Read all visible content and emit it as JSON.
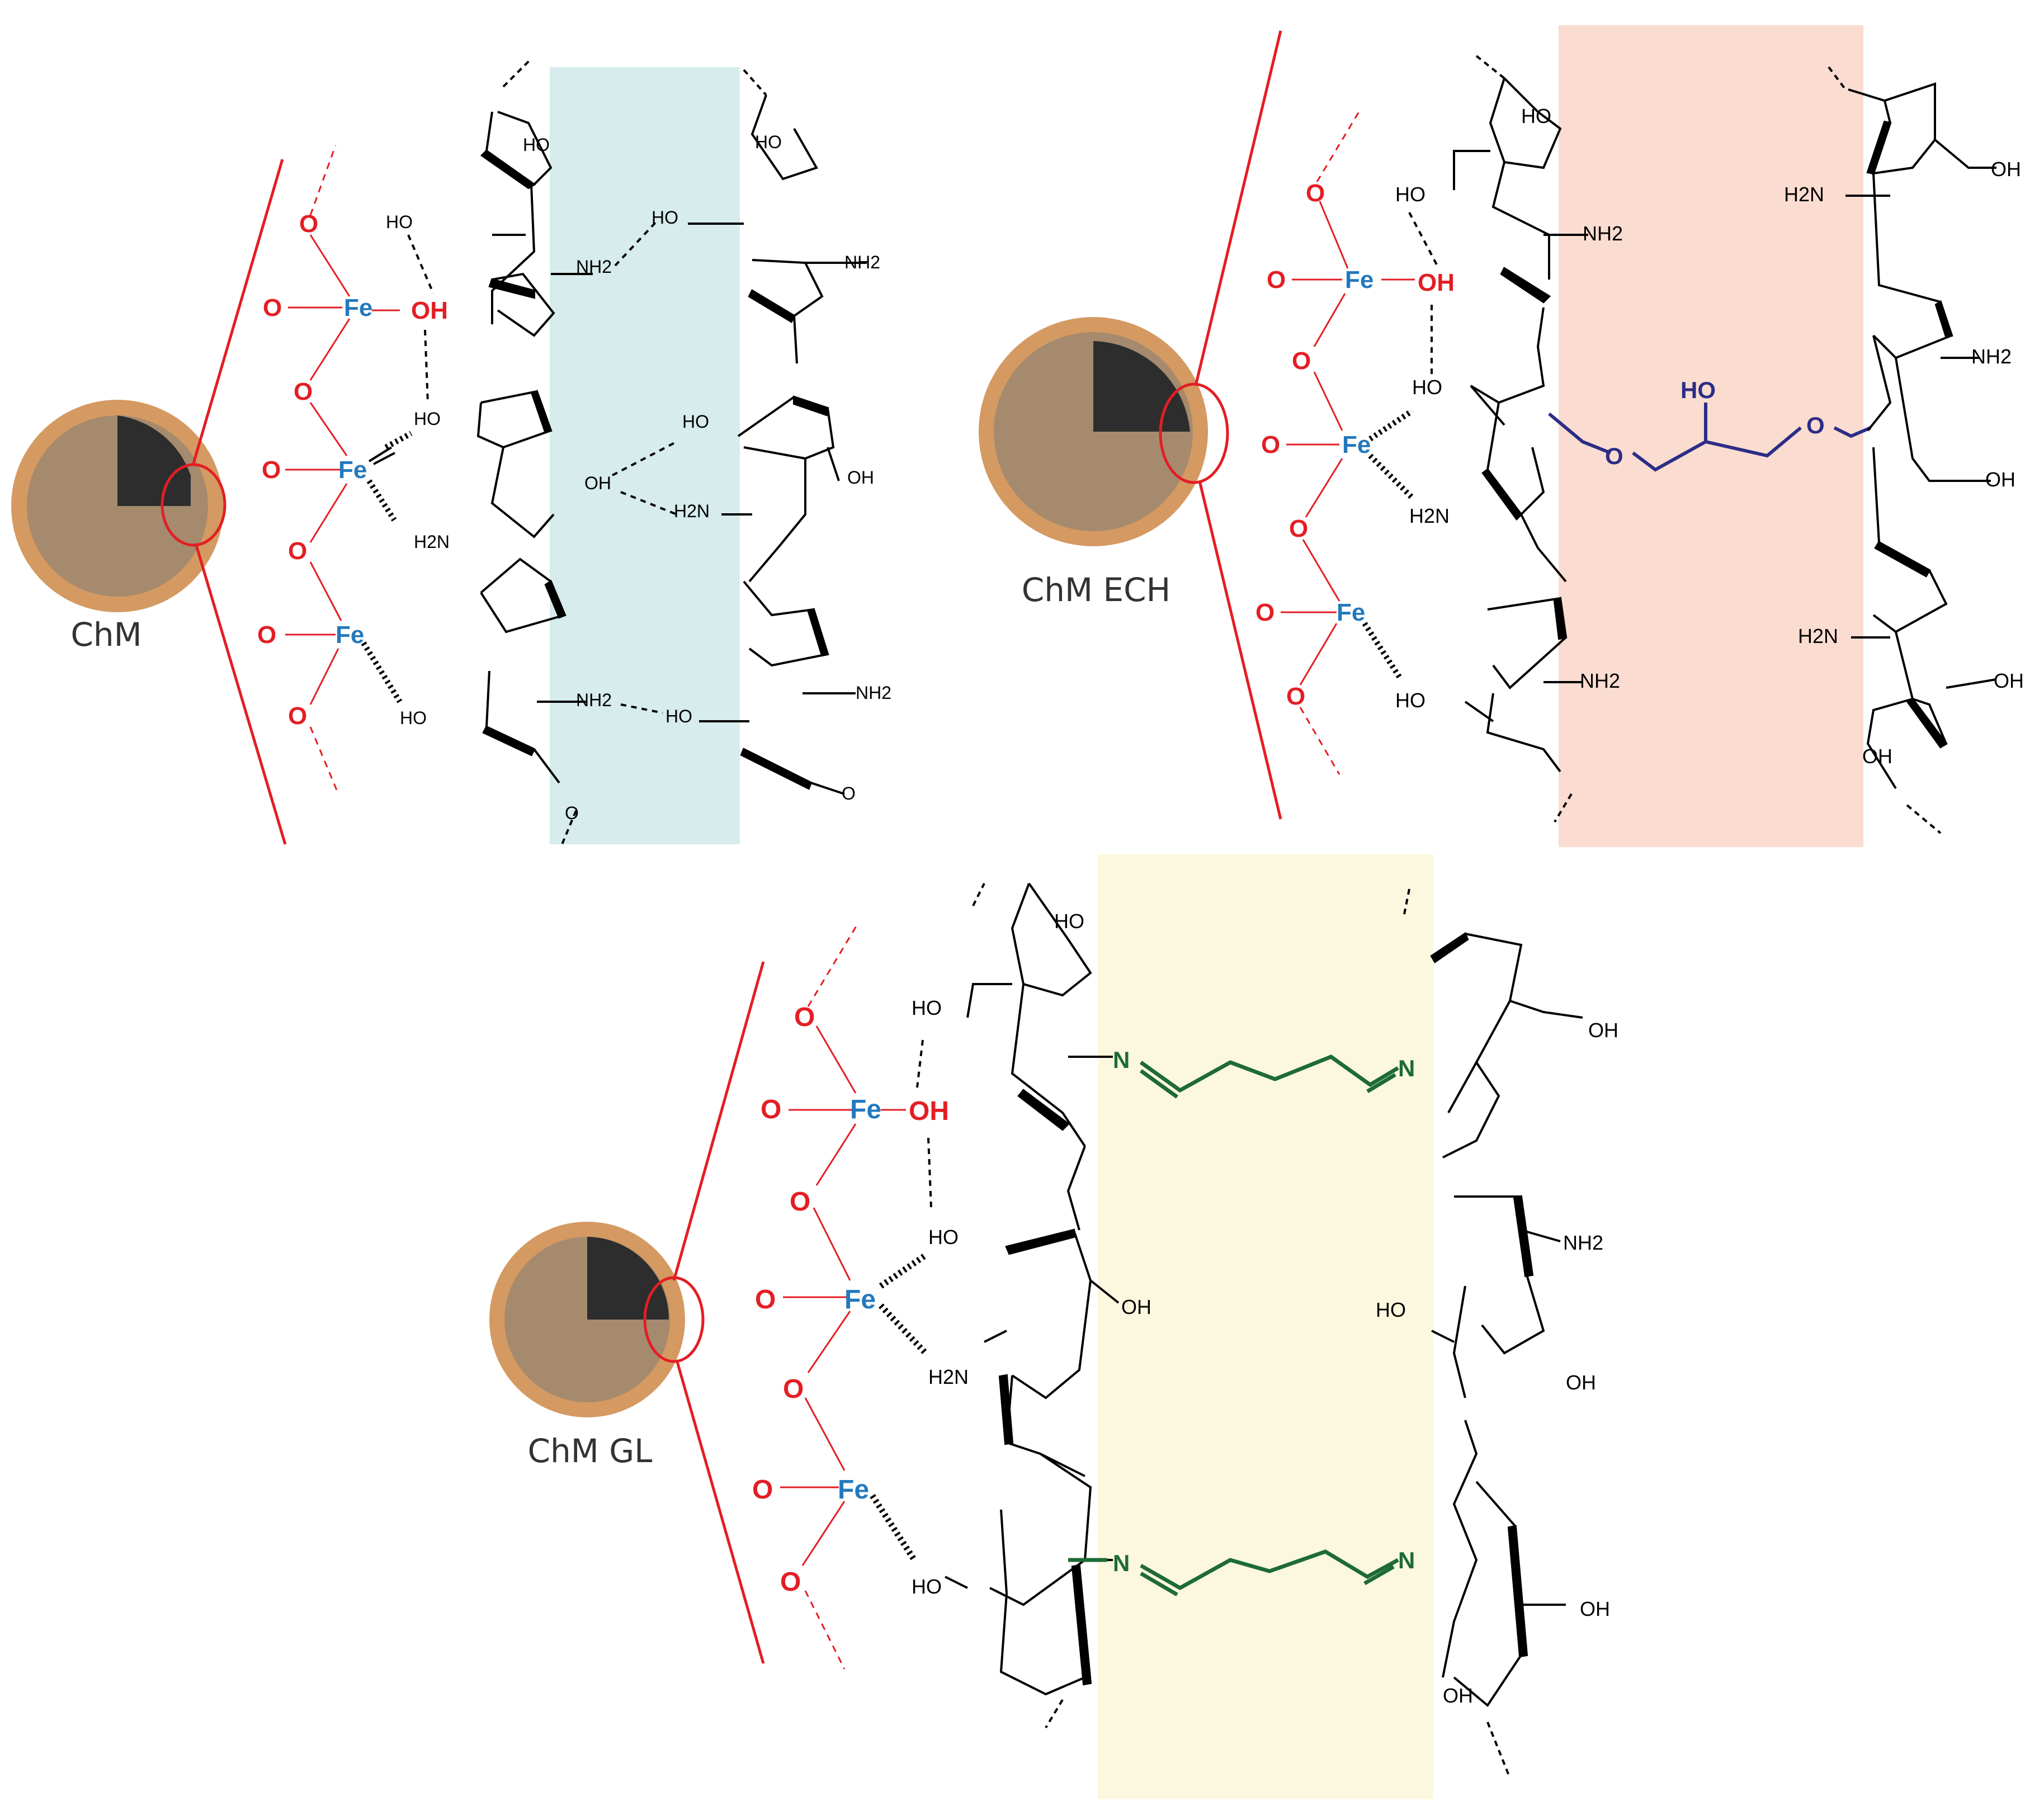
{
  "panels": {
    "chm": {
      "caption": "ChM",
      "highlight_color": "#d7ecec"
    },
    "chm_ech": {
      "caption": "ChM ECH",
      "highlight_color": "#fbdcd0",
      "linker_color": "#2b2d86",
      "linker_label": "HO"
    },
    "chm_gl": {
      "caption": "ChM GL",
      "highlight_color": "#fcf8df",
      "linker_color": "#1e6b35",
      "linker_label": "N"
    }
  },
  "atoms": {
    "O": "O",
    "Fe": "Fe",
    "OH": "OH",
    "HO": "HO",
    "NH2": "NH2",
    "H2N": "H2N"
  },
  "colors": {
    "iron_oxide_red": "#e31e24",
    "iron_blue": "#2479bd",
    "particle_shell": "#d49a62",
    "particle_core": "#a68a6e",
    "particle_wedge": "#2d2d2d"
  }
}
